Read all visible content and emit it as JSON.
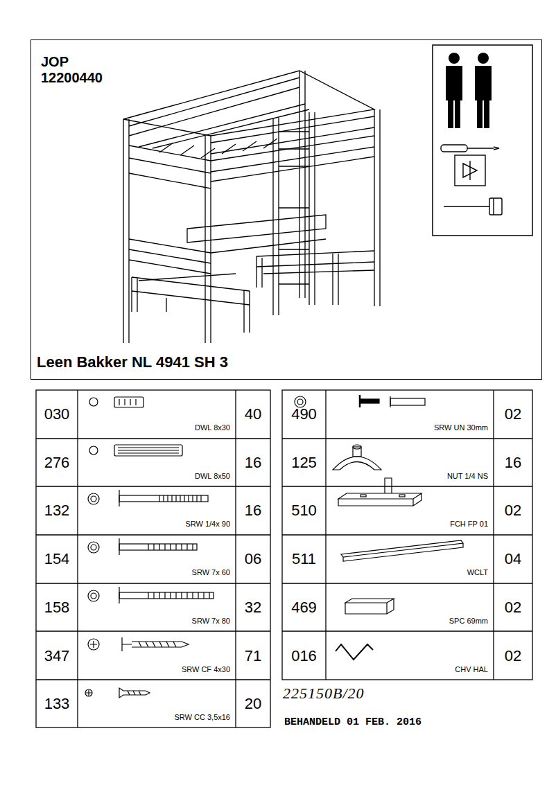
{
  "diagram": {
    "nodes": [
      {
        "text": [
          "JOP 12200440",
          "Leen Bakker NL 4941 SH 3"
        ]
      }
    ],
    "labels": [
      "030",
      "DWL 8x30",
      "40",
      "276",
      "DWL 8x50",
      "16",
      "132",
      "SRW 1/4x 90",
      "16",
      "154",
      "SRW 7x 60",
      "06",
      "158",
      "SRW 7x 80",
      "32",
      "347",
      "SRW CF 4x30",
      "71",
      "133",
      "SRW CC 3,5x16",
      "20",
      "490",
      "SRW UN 30mm",
      "02",
      "125",
      "NUT 1/4 NS",
      "16",
      "510",
      "FCH FP 01",
      "02",
      "511",
      "WCLT",
      "04",
      "469",
      "SPC 69mm",
      "02",
      "016",
      "CHV HAL",
      "02",
      "225150B/20",
      "BEHANDELD 01 FEB. 2016"
    ]
  }
}
